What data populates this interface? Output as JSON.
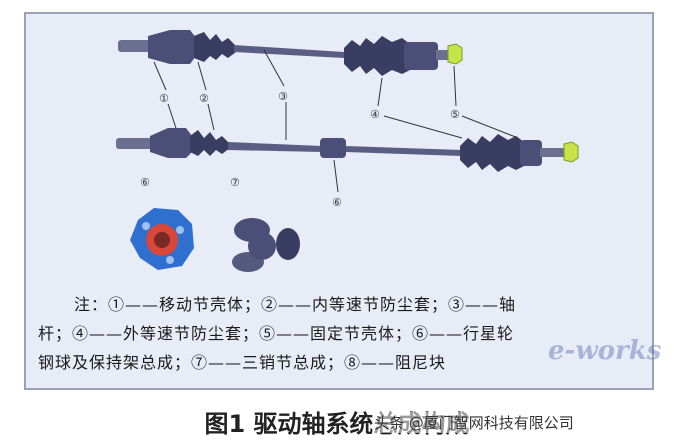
{
  "colors": {
    "frame_bg": "#e8ecf7",
    "frame_border": "#9aa3b5",
    "shaft": "#4b4f78",
    "boot": "#3a3d62",
    "nut": "#c6e34a",
    "gear_blue": "#2f6fd0",
    "gear_red": "#d9473a"
  },
  "callouts": [
    "①",
    "②",
    "③",
    "④",
    "⑤",
    "⑥",
    "⑦",
    "⑥"
  ],
  "notes": {
    "line1": "注：①——移动节壳体；②——内等速节防尘套；③——轴",
    "line2": "杆；④——外等速节防尘套；⑤——固定节壳体；⑥——行星轮",
    "line3": "钢球及保持架总成；⑦——三销节总成；⑧——阻尼块"
  },
  "caption": "图1 驱动轴系统总成构成",
  "watermark": {
    "brand": "e-works",
    "handle": "头条 @厦门智网科技有限公司"
  }
}
